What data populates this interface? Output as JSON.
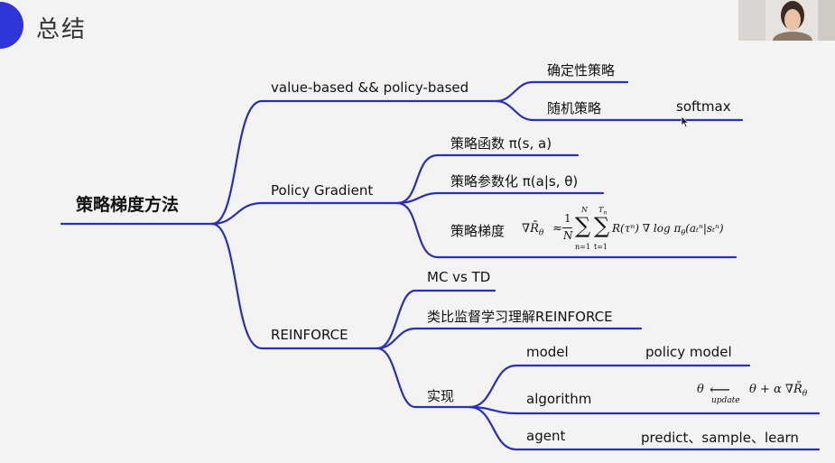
{
  "header": {
    "title": "总结"
  },
  "mindmap": {
    "root": "策略梯度方法",
    "branches": [
      {
        "label": "value-based && policy-based",
        "children": [
          {
            "label": "确定性策略"
          },
          {
            "label": "随机策略",
            "note": "softmax"
          }
        ]
      },
      {
        "label": "Policy Gradient",
        "children": [
          {
            "label": "策略函数 π(s, a)"
          },
          {
            "label": "策略参数化 π(a|s, θ)"
          },
          {
            "label": "策略梯度"
          }
        ]
      },
      {
        "label": "REINFORCE",
        "children": [
          {
            "label": "MC vs TD"
          },
          {
            "label": "类比监督学习理解REINFORCE"
          },
          {
            "label": "实现",
            "children": [
              {
                "label": "model",
                "note": "policy model"
              },
              {
                "label": "algorithm"
              },
              {
                "label": "agent",
                "note": "predict、sample、learn"
              }
            ]
          }
        ]
      }
    ]
  },
  "formulas": {
    "gradient_lhs": "∇R̄",
    "gradient_lhs_sub": "θ",
    "approx": "≈",
    "frac_num": "1",
    "frac_den": "N",
    "sum1_top": "N",
    "sum1_bottom": "n=1",
    "sum2_top": "T",
    "sum2_top_sub": "n",
    "sum2_bottom": "t=1",
    "sigma": "∑",
    "gradient_rhs": "R(τⁿ) ∇ log π",
    "gradient_rhs_sub": "θ",
    "gradient_rhs_args": "(aₜⁿ|sₜⁿ)",
    "update_lhs": "θ",
    "update_arrow": "⟵",
    "update_word": "update",
    "update_rhs": "θ + α ∇R̄",
    "update_rhs_sub": "θ"
  },
  "colors": {
    "line": "#2a2fb8",
    "accent": "#2f35d6"
  }
}
